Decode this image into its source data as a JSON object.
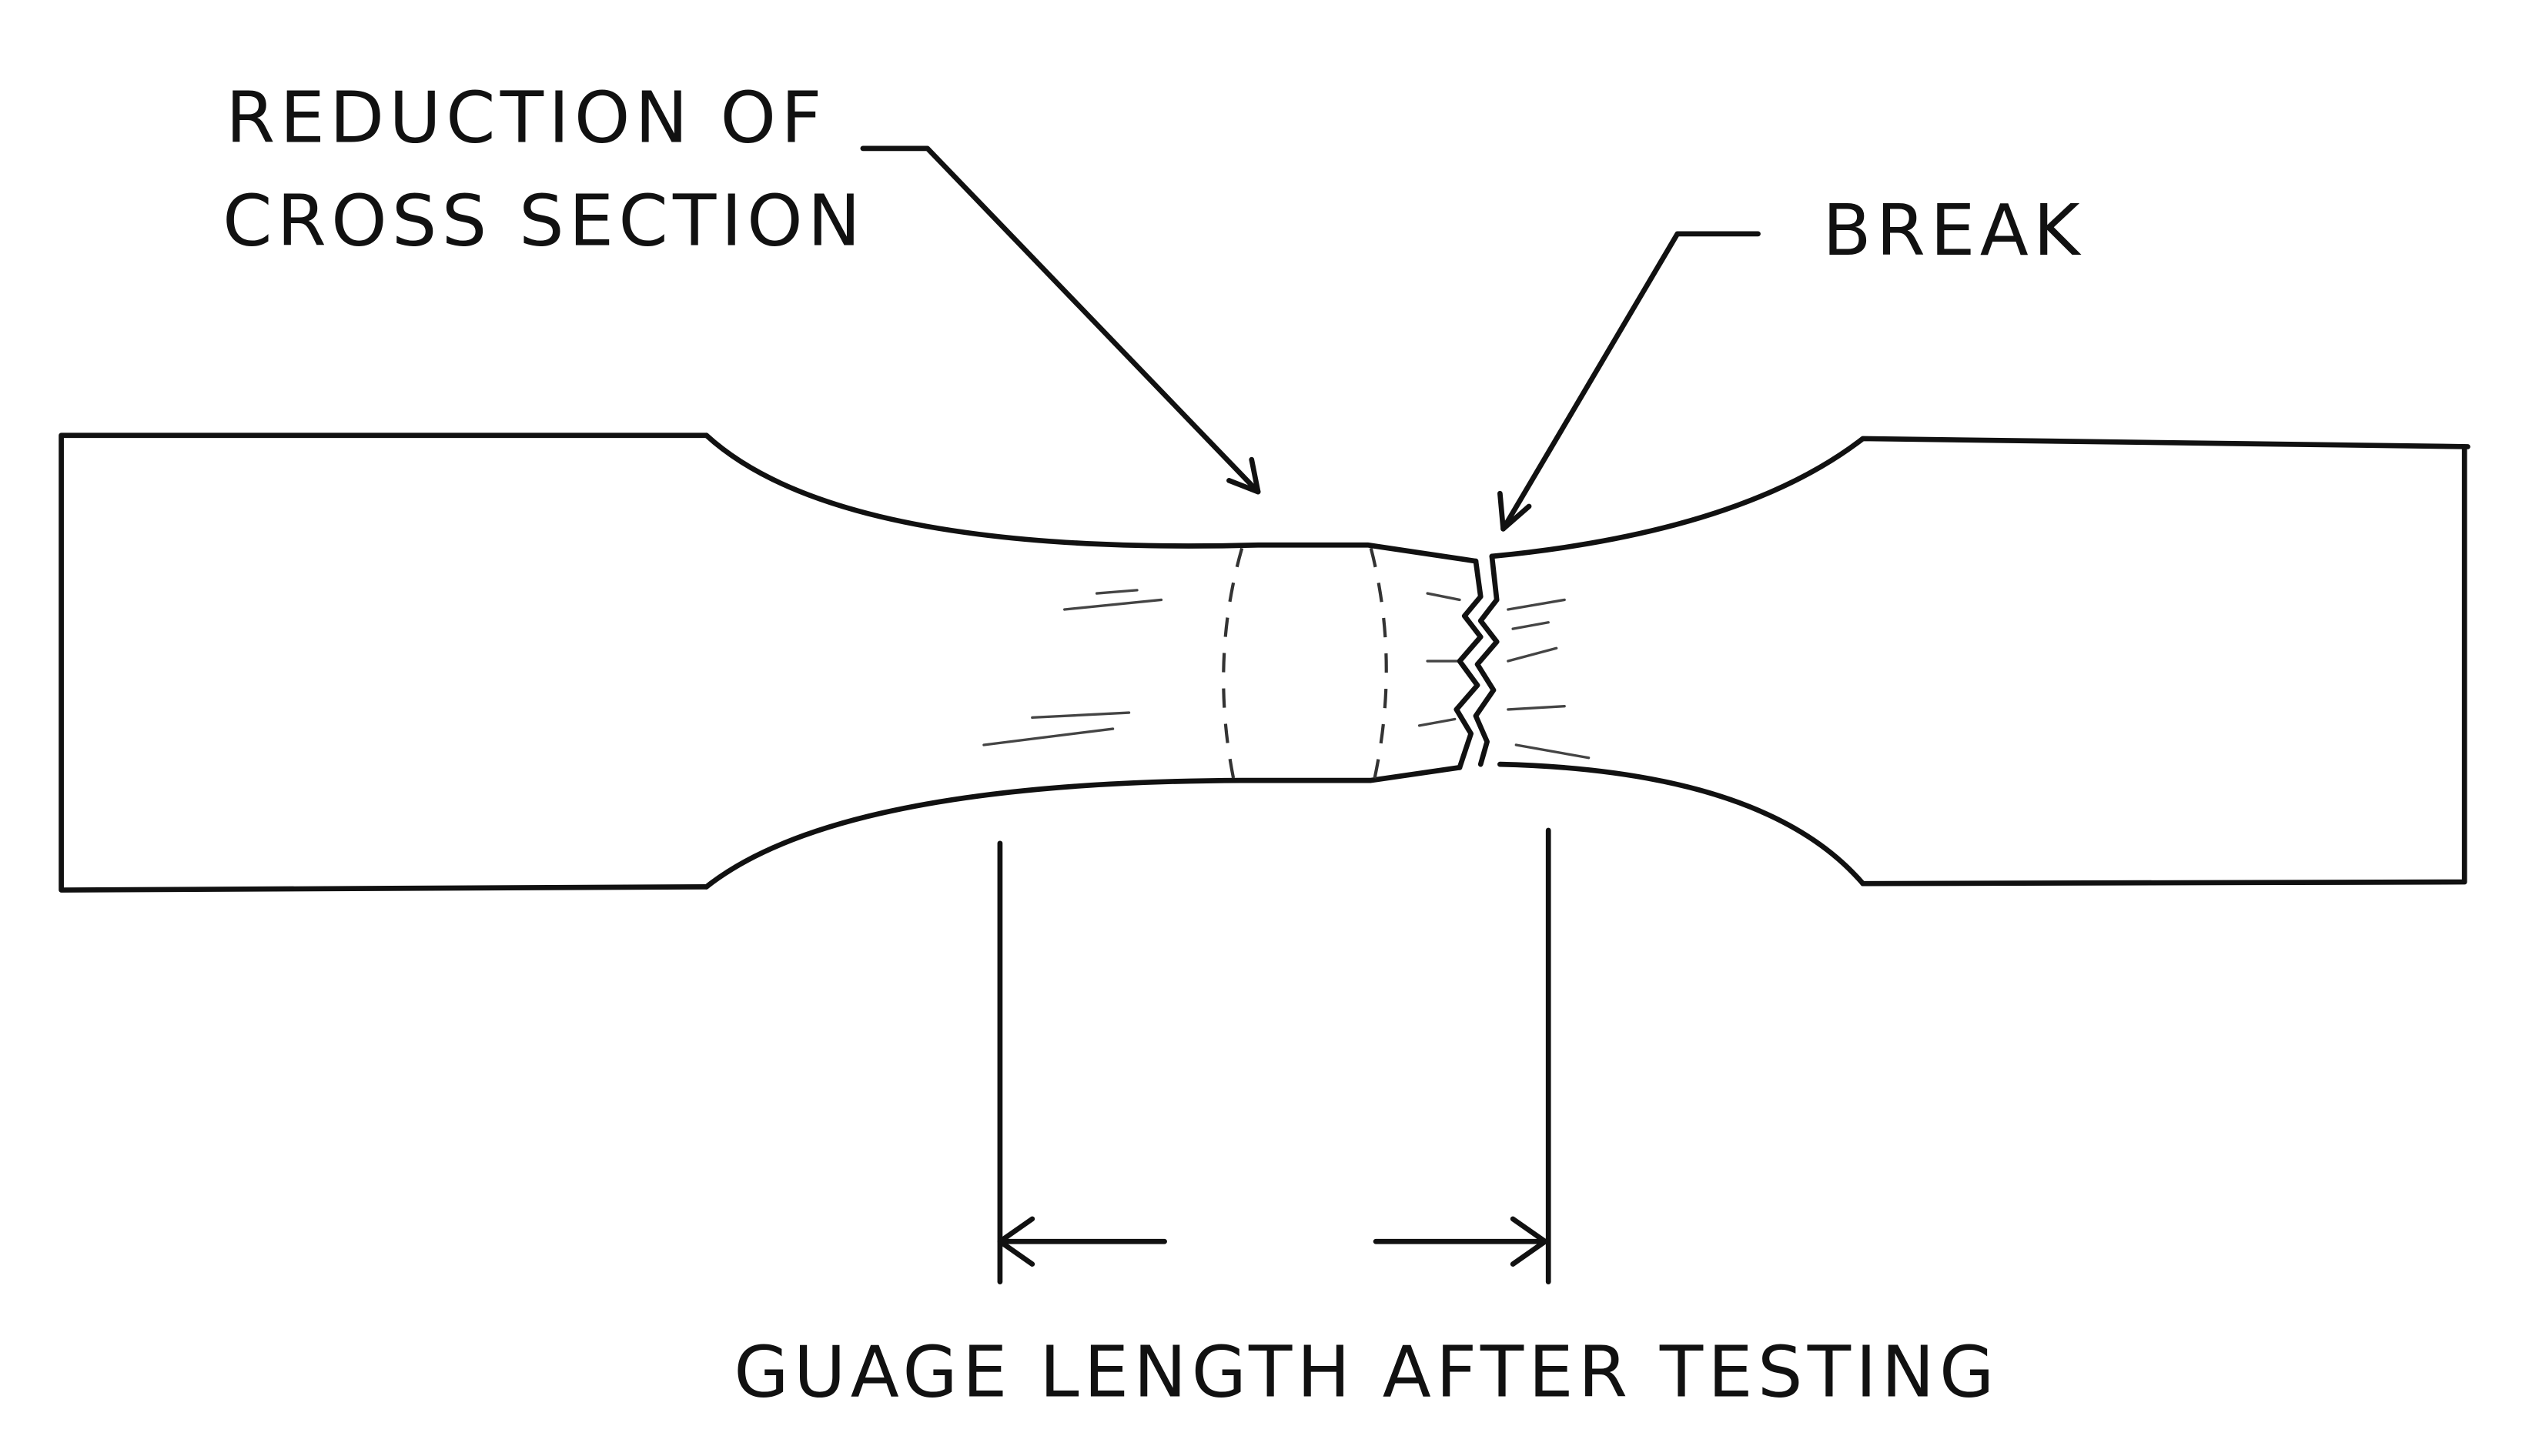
{
  "labels": {
    "reduction_line1": "REDUCTION OF",
    "reduction_line2": "CROSS SECTION",
    "break": "BREAK",
    "gauge_length": "GUAGE LENGTH AFTER TESTING"
  }
}
